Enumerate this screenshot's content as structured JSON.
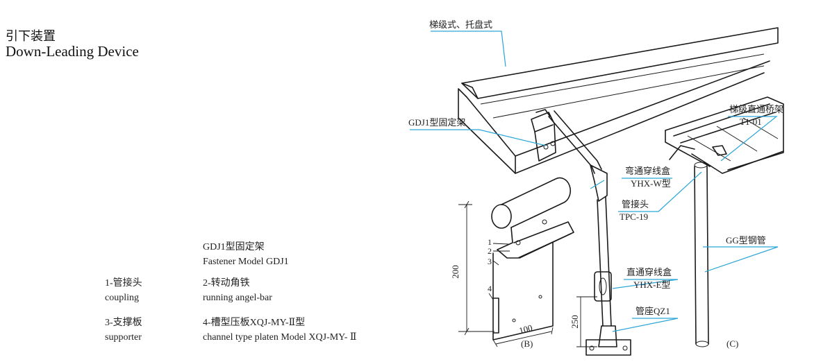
{
  "title": {
    "zh": "引下装置",
    "en": "Down-Leading Device"
  },
  "legend": {
    "heading_zh": "GDJ1型固定架",
    "heading_en": "Fastener Model GDJ1",
    "items": [
      {
        "zh": "1-管接头",
        "en": "coupling"
      },
      {
        "zh": "2-转动角铁",
        "en": "running angel-bar"
      },
      {
        "zh": "3-支撑板",
        "en": "supporter"
      },
      {
        "zh": "4-槽型压板XQJ-MY-Ⅱ型",
        "en": "channel type platen Model XQJ-MY- Ⅱ"
      }
    ]
  },
  "callouts": {
    "tray": "梯级式、托盘式",
    "fixer": "GDJ1型固定架",
    "elbow_box_zh": "弯通穿线盒",
    "elbow_box_model": "YHX-W型",
    "coupling_zh": "管接头",
    "coupling_model": "TPC-19",
    "bridge_zh": "梯级直通桥架",
    "bridge_model": "T1-01",
    "steel_pipe": "GG型钢管",
    "straight_box_zh": "直通穿线盒",
    "straight_box_model": "YHX-E型",
    "pipe_base": "管座QZ1"
  },
  "part_numbers": [
    "1",
    "2",
    "3",
    "4"
  ],
  "dimensions": {
    "height": "200",
    "width": "100",
    "base": "250"
  },
  "view_labels": {
    "b": "(B)",
    "c": "(C)"
  },
  "colors": {
    "callout_line": "#2aa6d8",
    "ink": "#1a1a1a"
  }
}
